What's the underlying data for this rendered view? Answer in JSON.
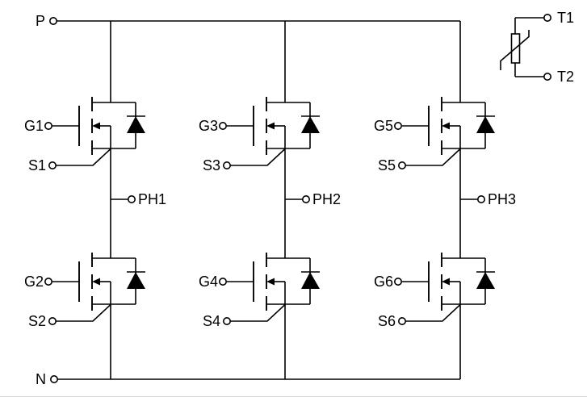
{
  "schematic": {
    "description": "Three-phase N-channel MOSFET inverter bridge power module with NTC thermistor",
    "background_color": "#ffffff",
    "line_color": "#000000",
    "text_color": "#000000"
  },
  "rails": {
    "p": "P",
    "n": "N"
  },
  "phases": {
    "ph1": "PH1",
    "ph2": "PH2",
    "ph3": "PH3"
  },
  "mosfets": {
    "q1": {
      "gate": "G1",
      "source": "S1",
      "position": "high-side",
      "phase": "PH1"
    },
    "q2": {
      "gate": "G2",
      "source": "S2",
      "position": "low-side",
      "phase": "PH1"
    },
    "q3": {
      "gate": "G3",
      "source": "S3",
      "position": "high-side",
      "phase": "PH2"
    },
    "q4": {
      "gate": "G4",
      "source": "S4",
      "position": "low-side",
      "phase": "PH2"
    },
    "q5": {
      "gate": "G5",
      "source": "S5",
      "position": "high-side",
      "phase": "PH3"
    },
    "q6": {
      "gate": "G6",
      "source": "S6",
      "position": "low-side",
      "phase": "PH3"
    }
  },
  "thermistor": {
    "t1": "T1",
    "t2": "T2"
  }
}
